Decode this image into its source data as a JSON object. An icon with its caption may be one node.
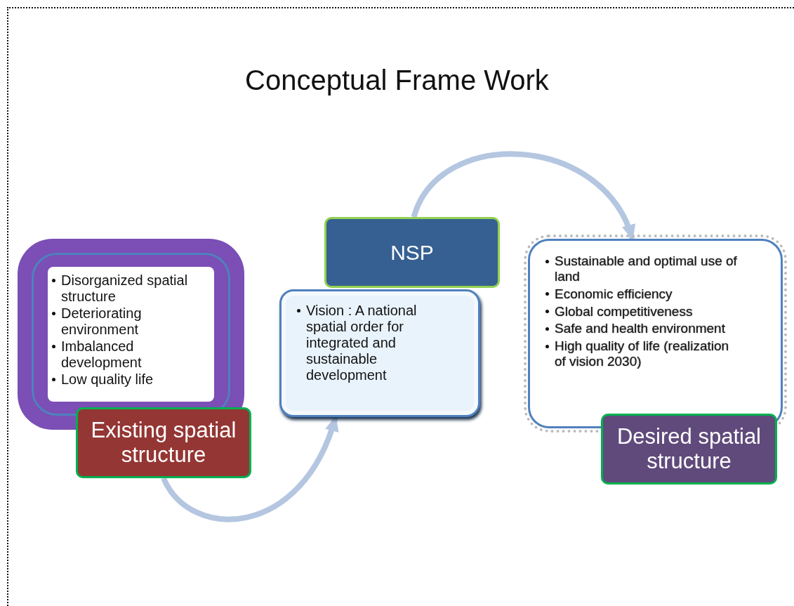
{
  "diagram": {
    "title": "Conceptual Frame Work",
    "nodes": [
      {
        "text": [
          "Disorganized spatial structure",
          "Deteriorating environment",
          "Imbalanced development",
          "Low quality life"
        ]
      },
      {
        "text": [
          "Existing spatial structure"
        ]
      },
      {
        "text": [
          "Vision : A national spatial order for integrated and sustainable development"
        ]
      },
      {
        "text": [
          "NSP"
        ]
      },
      {
        "text": [
          "Sustainable and optimal use of land",
          "Economic efficiency",
          "Global competitiveness",
          "Safe and health  environment",
          "High quality of life (realization of vision 2030)"
        ]
      },
      {
        "text": [
          "Desired spatial structure"
        ]
      }
    ],
    "edges": [
      {
        "from": 1,
        "to": 2,
        "arrow": "to"
      },
      {
        "from": 3,
        "to": 4,
        "arrow": "to"
      }
    ]
  }
}
